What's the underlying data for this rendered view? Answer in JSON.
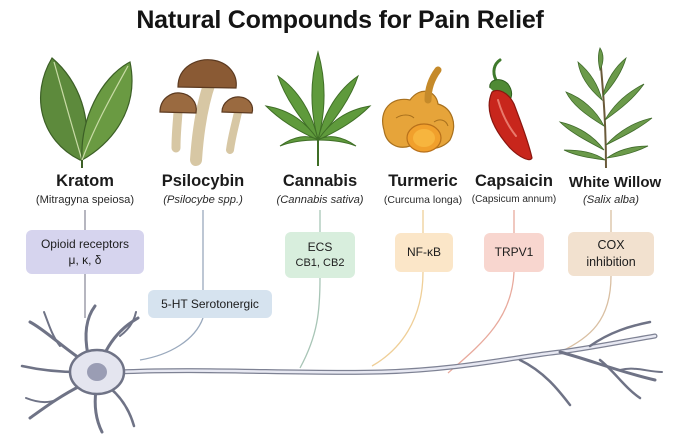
{
  "title": "Natural Compounds for Pain Relief",
  "compounds": [
    {
      "icon": "leaf-icon",
      "name": "Kratom",
      "scientific": "(Mitragyna speiosa)",
      "target": "Opioid receptors",
      "target_sub": "μ, κ, δ",
      "color": "#d6d4ee"
    },
    {
      "icon": "mushroom-icon",
      "name": "Psilocybin",
      "scientific": "(Psilocybe spp.)",
      "target": "5-HT Serotonergic",
      "target_sub": "",
      "color": "#d6e3ef"
    },
    {
      "icon": "cannabis-leaf-icon",
      "name": "Cannabis",
      "scientific": "(Cannabis sativa)",
      "target": "ECS",
      "target_sub": "CB1, CB2",
      "color": "#d8eedd"
    },
    {
      "icon": "turmeric-root-icon",
      "name": "Turmeric",
      "scientific": "(Curcuma longa)",
      "target": "NF-κB",
      "target_sub": "",
      "color": "#fbe6c8"
    },
    {
      "icon": "chili-pepper-icon",
      "name": "Capsaicin",
      "scientific": "(Capsicum annum)",
      "target": "TRPV1",
      "target_sub": "",
      "color": "#f8d6cf"
    },
    {
      "icon": "willow-branch-icon",
      "name": "White Willow",
      "scientific": "(Salix alba)",
      "target": "COX",
      "target_sub": "inhibition",
      "color": "#f2e1cf"
    }
  ],
  "neuron_icon": "neuron-icon"
}
